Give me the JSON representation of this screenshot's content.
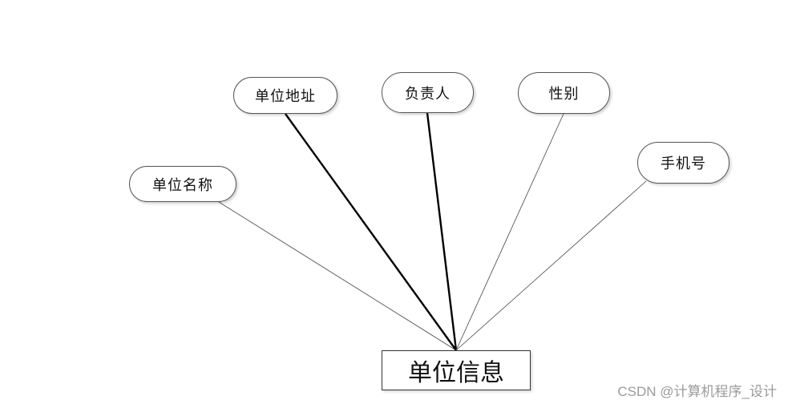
{
  "diagram": {
    "entity": {
      "label": "单位信息"
    },
    "attributes": {
      "address": "单位地址",
      "person_in_charge": "负责人",
      "gender": "性别",
      "unit_name": "单位名称",
      "phone": "手机号"
    }
  },
  "watermark": "CSDN @计算机程序_设计"
}
